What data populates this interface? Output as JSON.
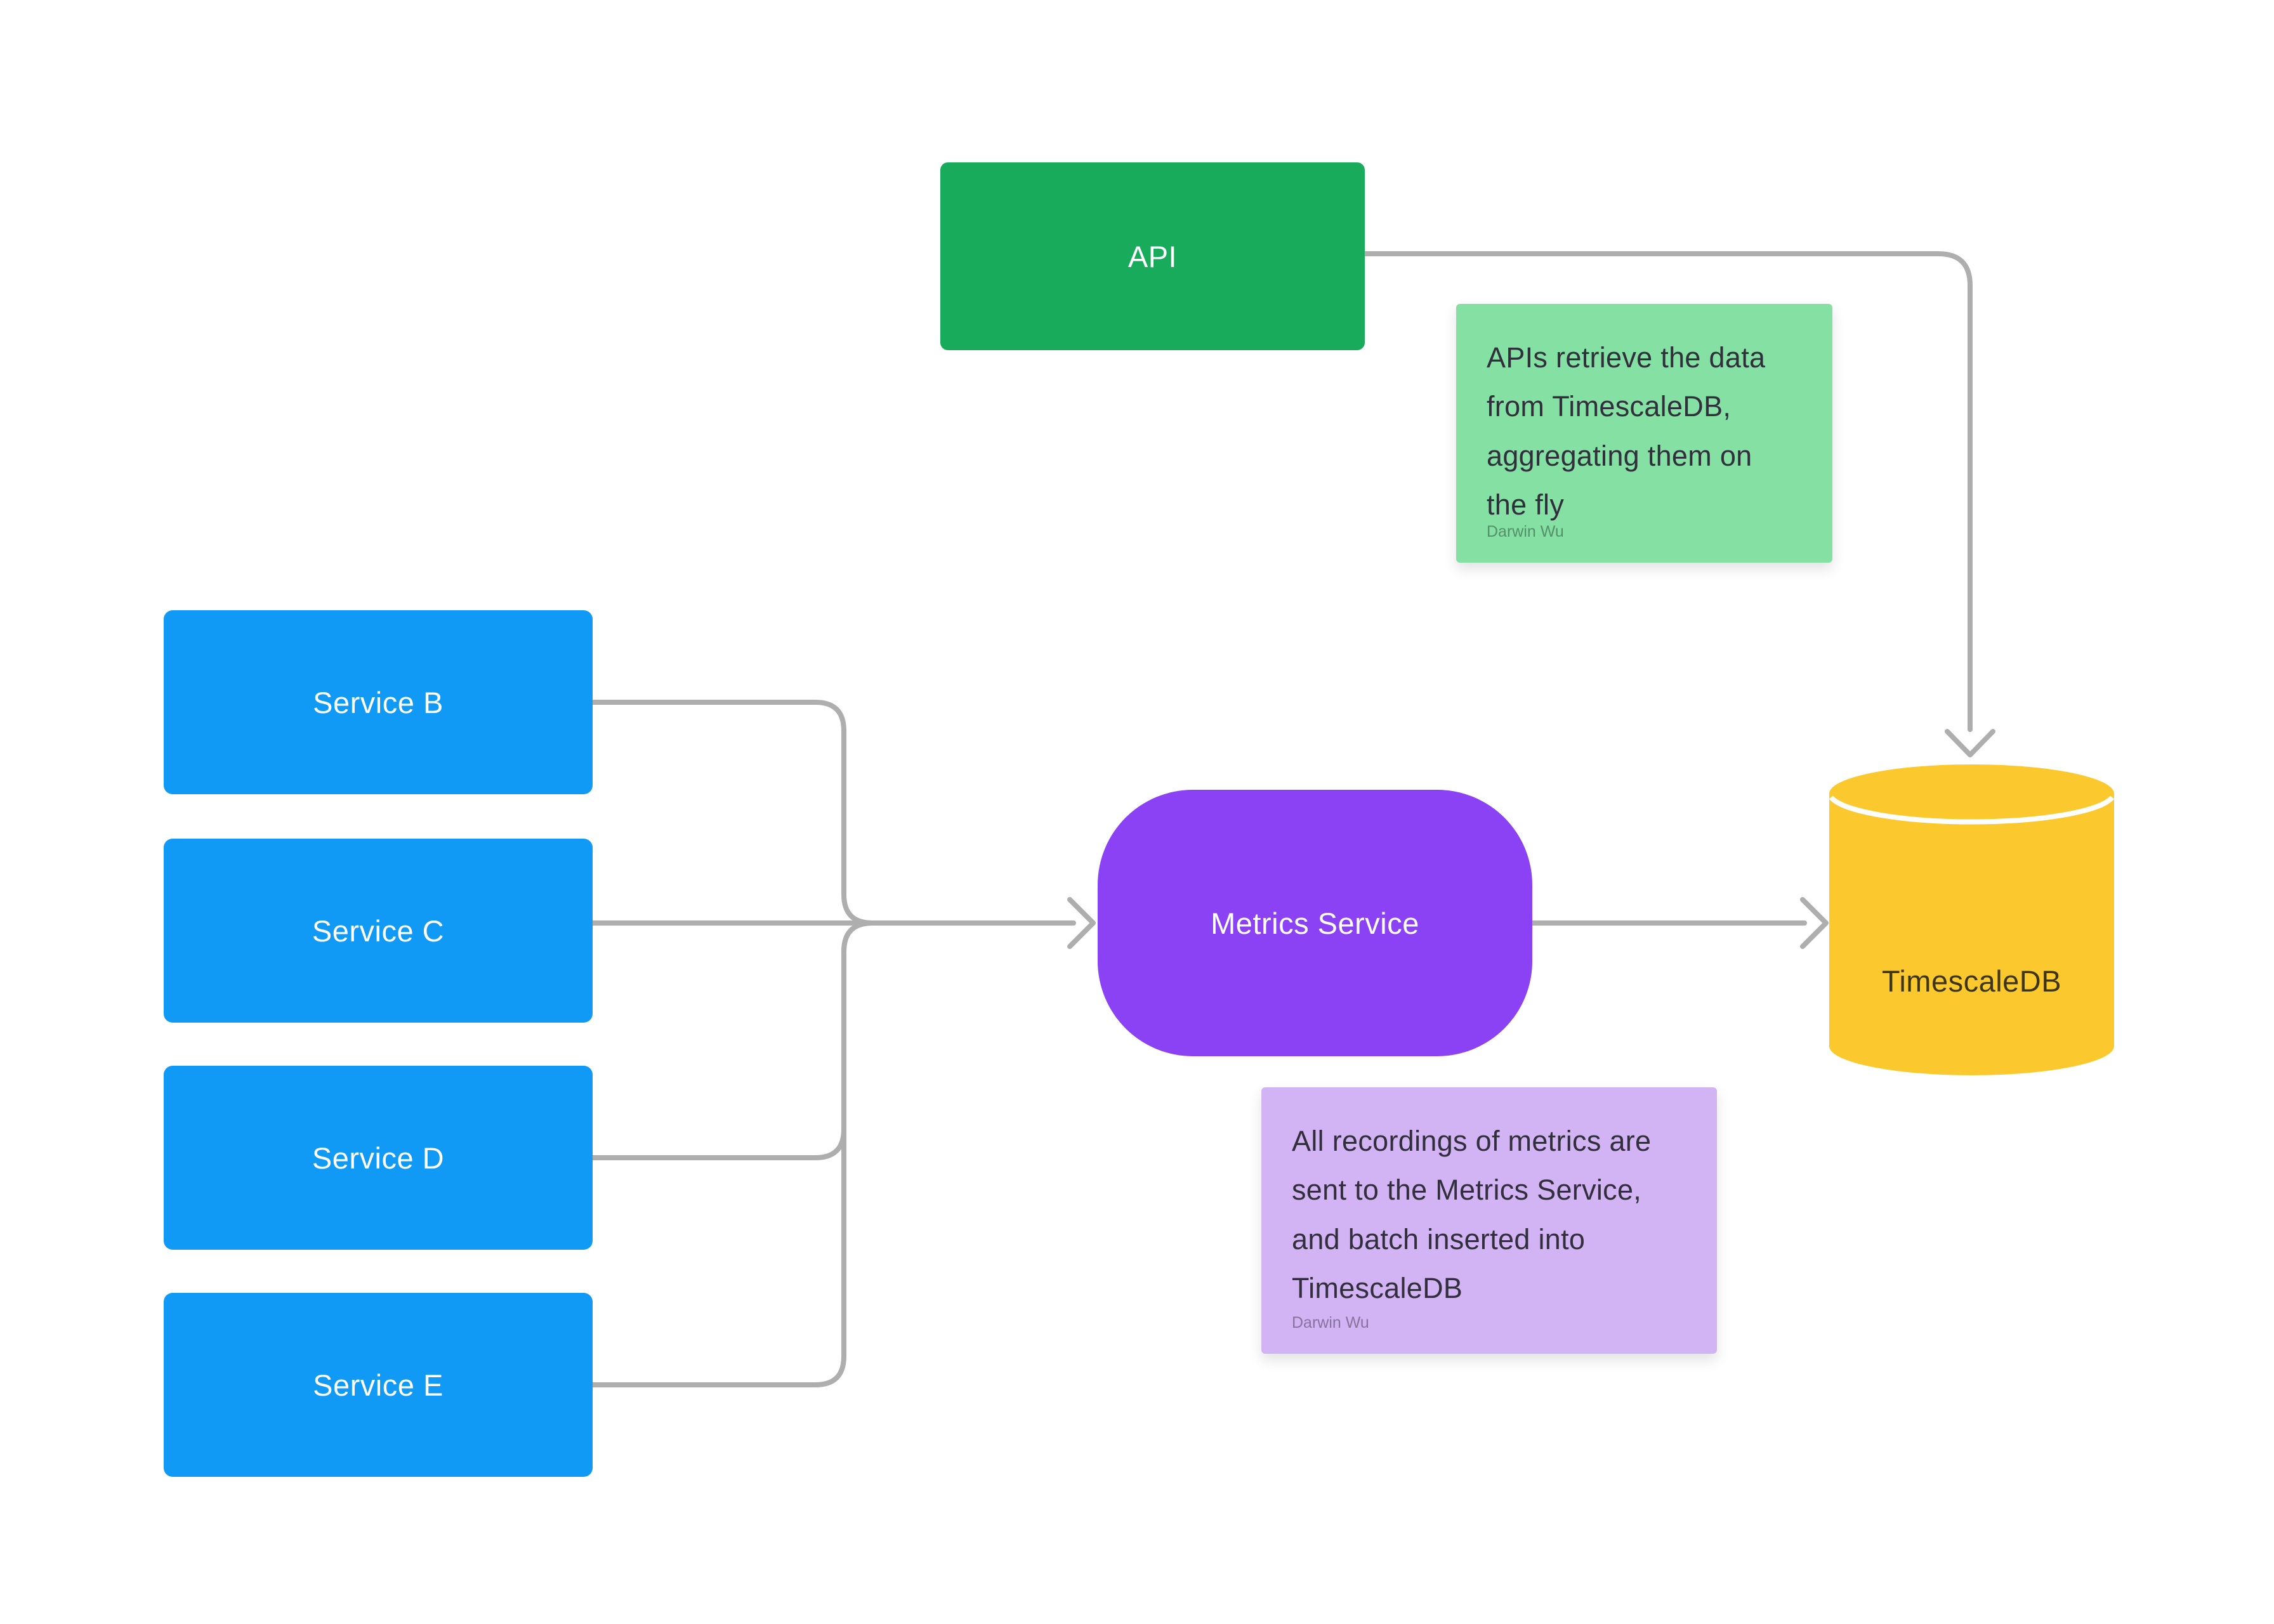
{
  "palette": {
    "green": "#18AB5C",
    "blue": "#1099F5",
    "purple": "#8B41F4",
    "yellow": "#FBC92D",
    "note_green": "#85E0A4",
    "note_purple": "#D2B3F3",
    "connector": "#AEAEAE",
    "node_text": "#FFFFFF",
    "db_text": "#3E3513",
    "note_text": "#312F3C",
    "bg": "#FFFFFF"
  },
  "nodes": {
    "api": {
      "label": "API"
    },
    "services": [
      {
        "label": "Service B"
      },
      {
        "label": "Service C"
      },
      {
        "label": "Service D"
      },
      {
        "label": "Service E"
      }
    ],
    "metrics": {
      "label": "Metrics Service"
    },
    "database": {
      "label": "TimescaleDB"
    }
  },
  "notes": {
    "api_note": {
      "text": "APIs retrieve the data from TimescaleDB, aggregating them on the fly",
      "author": "Darwin Wu"
    },
    "metrics_note": {
      "text": "All recordings of metrics are sent to the Metrics Service, and batch inserted into TimescaleDB",
      "author": "Darwin Wu"
    }
  }
}
